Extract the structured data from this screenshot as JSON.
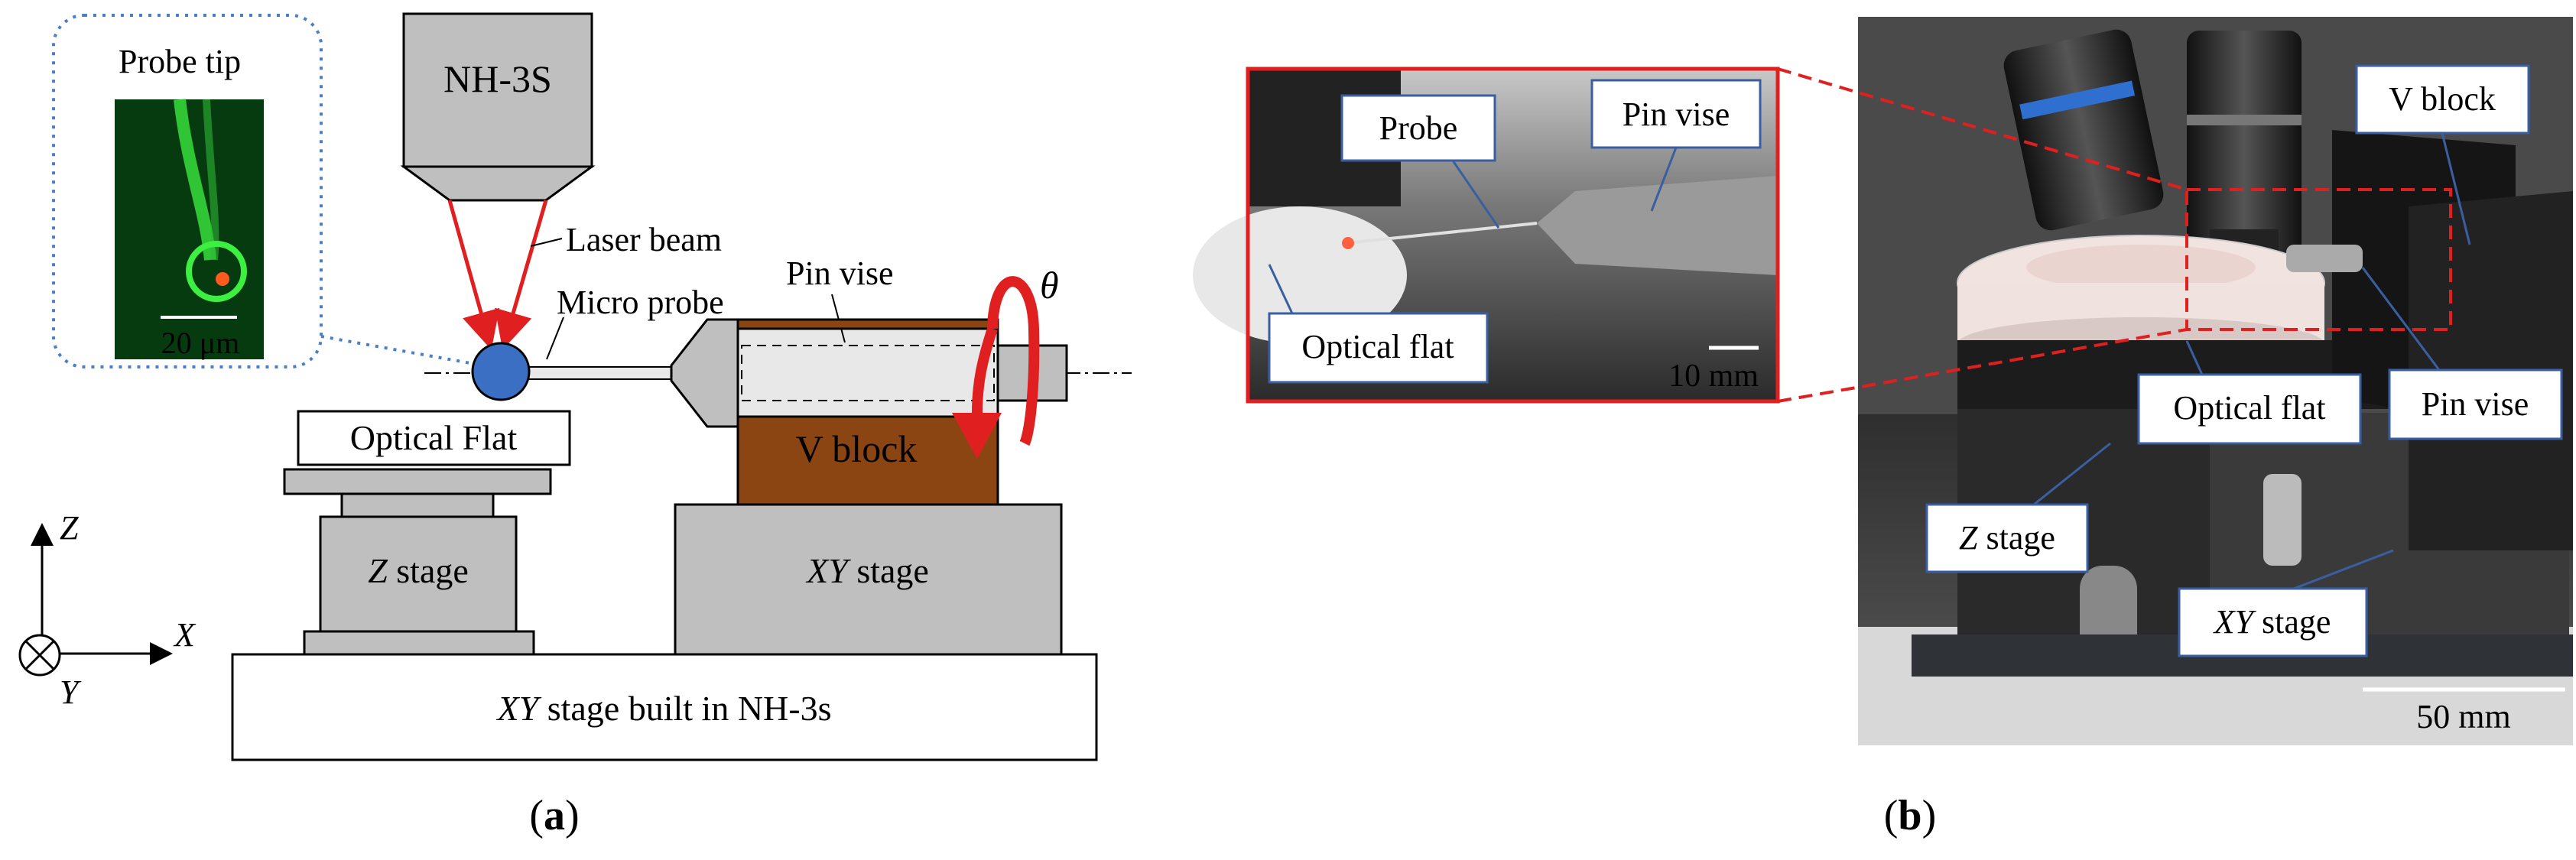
{
  "panel_a": {
    "caption": "(a)",
    "caption_letter": "a",
    "inset_title": "Probe tip",
    "scale_bar": "20 μm",
    "instrument": "NH-3S",
    "laser_beam": "Laser beam",
    "micro_probe": "Micro probe",
    "pin_vise": "Pin vise",
    "theta": "θ",
    "v_block": "V block",
    "optical_flat": "Optical Flat",
    "z_stage_italic": "Z",
    "z_stage_rest": " stage",
    "xy_stage_italic": "XY",
    "xy_stage_rest": " stage",
    "base_italic": "XY",
    "base_rest": " stage built in NH-3s",
    "axis_z": "Z",
    "axis_x": "X",
    "axis_y": "Y"
  },
  "panel_b": {
    "caption": "(b)",
    "caption_letter": "b",
    "inset_probe": "Probe",
    "inset_pin_vise": "Pin vise",
    "inset_optical_flat": "Optical flat",
    "inset_scale": "10 mm",
    "v_block": "V block",
    "optical_flat": "Optical flat",
    "pin_vise": "Pin vise",
    "z_stage_italic": "Z",
    "z_stage_rest": " stage",
    "xy_stage_italic": "XY",
    "xy_stage_rest": " stage",
    "scale": "50 mm"
  },
  "colors": {
    "stage_gray": "#bfbfbf",
    "v_block_brown": "#8b4513",
    "probe_blue": "#3a6fc4",
    "laser_red": "#e02020",
    "inset_border": "#4a7ec6",
    "inset_frame_red": "#e02020",
    "photo_dark": "#1e1e1e"
  }
}
